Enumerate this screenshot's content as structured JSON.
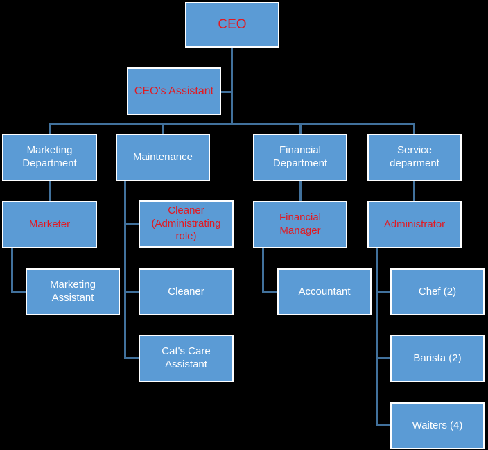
{
  "colors": {
    "background": "#000000",
    "node_fill": "#5B9BD5",
    "node_border": "#FFFFFF",
    "connector": "#41719C",
    "text_white": "#FFFFFF",
    "text_red": "#E11A22"
  },
  "diagram_type": "organizational-chart",
  "nodes": [
    {
      "id": "ceo",
      "label": "CEO",
      "text_color": "red",
      "reports_to": null
    },
    {
      "id": "ceo-assistant",
      "label": "CEO's Assistant",
      "text_color": "red",
      "reports_to": "CEO"
    },
    {
      "id": "marketing-department",
      "label": "Marketing Department",
      "text_color": "white",
      "reports_to": "CEO"
    },
    {
      "id": "maintenance",
      "label": "Maintenance",
      "text_color": "white",
      "reports_to": "CEO"
    },
    {
      "id": "financial-department",
      "label": "Financial Department",
      "text_color": "white",
      "reports_to": "CEO"
    },
    {
      "id": "service-deparment",
      "label": "Service deparment",
      "text_color": "white",
      "reports_to": "CEO"
    },
    {
      "id": "marketer",
      "label": "Marketer",
      "text_color": "red",
      "reports_to": "Marketing Department"
    },
    {
      "id": "cleaner-administrating",
      "label": "Cleaner (Administrating role)",
      "text_color": "red",
      "reports_to": "Maintenance"
    },
    {
      "id": "financial-manager",
      "label": "Financial Manager",
      "text_color": "red",
      "reports_to": "Financial Department"
    },
    {
      "id": "administrator",
      "label": "Administrator",
      "text_color": "red",
      "reports_to": "Service deparment"
    },
    {
      "id": "marketing-assistant",
      "label": "Marketing Assistant",
      "text_color": "white",
      "reports_to": "Marketer"
    },
    {
      "id": "cleaner",
      "label": "Cleaner",
      "text_color": "white",
      "reports_to": "Maintenance"
    },
    {
      "id": "accountant",
      "label": "Accountant",
      "text_color": "white",
      "reports_to": "Financial Manager"
    },
    {
      "id": "cats-care-assistant",
      "label": "Cat's Care Assistant",
      "text_color": "white",
      "reports_to": "Maintenance"
    },
    {
      "id": "chef",
      "label": "Chef (2)",
      "text_color": "white",
      "reports_to": "Administrator"
    },
    {
      "id": "barista",
      "label": "Barista (2)",
      "text_color": "white",
      "reports_to": "Administrator"
    },
    {
      "id": "waiters",
      "label": "Waiters (4)",
      "text_color": "white",
      "reports_to": "Administrator"
    }
  ]
}
